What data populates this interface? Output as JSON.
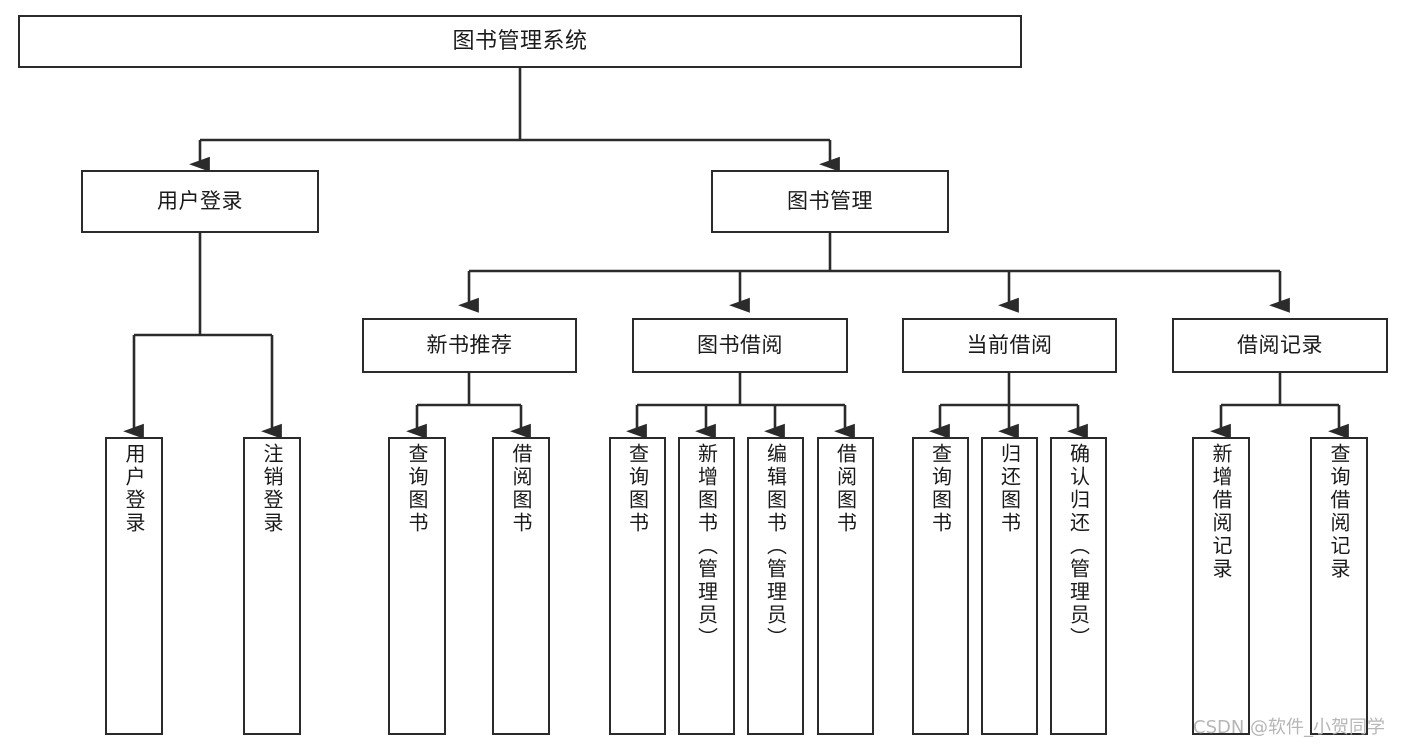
{
  "diagram": {
    "title": "图书管理系统",
    "type": "hierarchy-tree",
    "levels": 4,
    "colors": {
      "stroke": "#2b2b2b",
      "fill": "#ffffff",
      "text": "#1a1a1a",
      "watermark": "#b6b6b6"
    },
    "root": {
      "id": "root",
      "label": "图书管理系统",
      "orientation": "horizontal"
    },
    "level2": [
      {
        "id": "user-login",
        "label": "用户登录",
        "orientation": "horizontal"
      },
      {
        "id": "book-manage",
        "label": "图书管理",
        "orientation": "horizontal"
      }
    ],
    "level3": [
      {
        "id": "new-book-recommend",
        "label": "新书推荐",
        "orientation": "horizontal",
        "parent": "book-manage"
      },
      {
        "id": "book-borrow",
        "label": "图书借阅",
        "orientation": "horizontal",
        "parent": "book-manage"
      },
      {
        "id": "current-borrow",
        "label": "当前借阅",
        "orientation": "horizontal",
        "parent": "book-manage"
      },
      {
        "id": "borrow-record",
        "label": "借阅记录",
        "orientation": "horizontal",
        "parent": "book-manage"
      }
    ],
    "leaves": [
      {
        "id": "leaf-user-login",
        "label": "用户登录",
        "orientation": "vertical",
        "parent": "user-login"
      },
      {
        "id": "leaf-user-logout",
        "label": "注销登录",
        "orientation": "vertical",
        "parent": "user-login"
      },
      {
        "id": "leaf-query-book-1",
        "label": "查询图书",
        "orientation": "vertical",
        "parent": "new-book-recommend"
      },
      {
        "id": "leaf-borrow-book-1",
        "label": "借阅图书",
        "orientation": "vertical",
        "parent": "new-book-recommend"
      },
      {
        "id": "leaf-query-book-2",
        "label": "查询图书",
        "orientation": "vertical",
        "parent": "book-borrow"
      },
      {
        "id": "leaf-add-book",
        "label": "新增图书（管理员）",
        "orientation": "vertical",
        "parent": "book-borrow"
      },
      {
        "id": "leaf-edit-book",
        "label": "编辑图书（管理员）",
        "orientation": "vertical",
        "parent": "book-borrow"
      },
      {
        "id": "leaf-borrow-book-2",
        "label": "借阅图书",
        "orientation": "vertical",
        "parent": "book-borrow"
      },
      {
        "id": "leaf-query-book-3",
        "label": "查询图书",
        "orientation": "vertical",
        "parent": "current-borrow"
      },
      {
        "id": "leaf-return-book",
        "label": "归还图书",
        "orientation": "vertical",
        "parent": "current-borrow"
      },
      {
        "id": "leaf-confirm-return",
        "label": "确认归还（管理员）",
        "orientation": "vertical",
        "parent": "current-borrow"
      },
      {
        "id": "leaf-add-record",
        "label": "新增借阅记录",
        "orientation": "vertical",
        "parent": "borrow-record"
      },
      {
        "id": "leaf-query-record",
        "label": "查询借阅记录",
        "orientation": "vertical",
        "parent": "borrow-record"
      }
    ]
  },
  "watermark": {
    "text": "CSDN @软件_小贺同学"
  }
}
